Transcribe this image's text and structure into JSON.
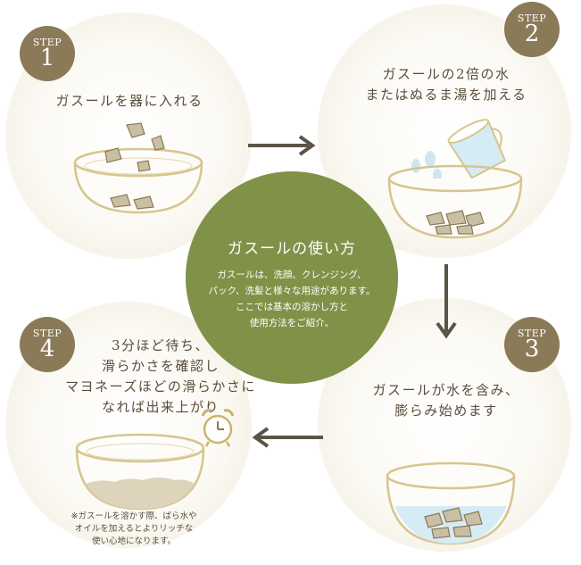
{
  "center": {
    "title": "ガスールの使い方",
    "desc_lines": [
      "ガスールは、洗顔、クレンジング、",
      "パック、洗髪と様々な用途があります。",
      "ここでは基本の溶かし方と",
      "使用方法をご紹介。"
    ]
  },
  "steps": [
    {
      "label": "STEP",
      "number": "1",
      "lines": [
        "ガスールを器に入れる"
      ]
    },
    {
      "label": "STEP",
      "number": "2",
      "lines": [
        "ガスールの2倍の水",
        "またはぬるま湯を加える"
      ]
    },
    {
      "label": "STEP",
      "number": "3",
      "lines": [
        "ガスールが水を含み、",
        "膨らみ始めます"
      ]
    },
    {
      "label": "STEP",
      "number": "4",
      "lines": [
        "3分ほど待ち、",
        "滑らかさを確認し",
        "マヨネーズほどの滑らかさに",
        "なれば出来上がり"
      ]
    }
  ],
  "note_lines": [
    "※ガスールを溶かす際、ばら水や",
    "オイルを加えるとよりリッチな",
    "使い心地になります。"
  ],
  "colors": {
    "center_green": "#7f9248",
    "badge_brown": "#8a7a58",
    "arrow": "#5a5446",
    "bowl_outline": "#d7c58f",
    "clay": "#c9bfa4",
    "water": "#d6ecf4"
  }
}
